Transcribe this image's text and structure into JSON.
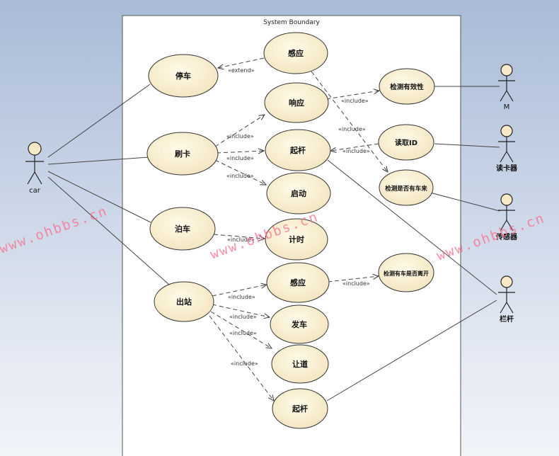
{
  "boundary": {
    "title": "System Boundary"
  },
  "actors": {
    "car": "car",
    "m": "M",
    "card_reader": "读卡器",
    "sensor": "传感器",
    "gate": "栏杆"
  },
  "use_cases": {
    "park": "停车",
    "sense1": "感应",
    "respond": "响应",
    "swipe": "刷卡",
    "raise1": "起杆",
    "start": "启动",
    "berth": "泊车",
    "timing": "计时",
    "exit": "出站",
    "sense2": "感应",
    "depart": "发车",
    "yield": "让道",
    "raise2": "起杆",
    "check_valid": "检测有效性",
    "read_id": "读取ID",
    "detect_car": "检测是否有车来",
    "detect_leave": "检测有车是否离开"
  },
  "stereotypes": {
    "extend": "«extend»",
    "include": "«include»"
  },
  "watermark": "www.ohbbs.cn"
}
